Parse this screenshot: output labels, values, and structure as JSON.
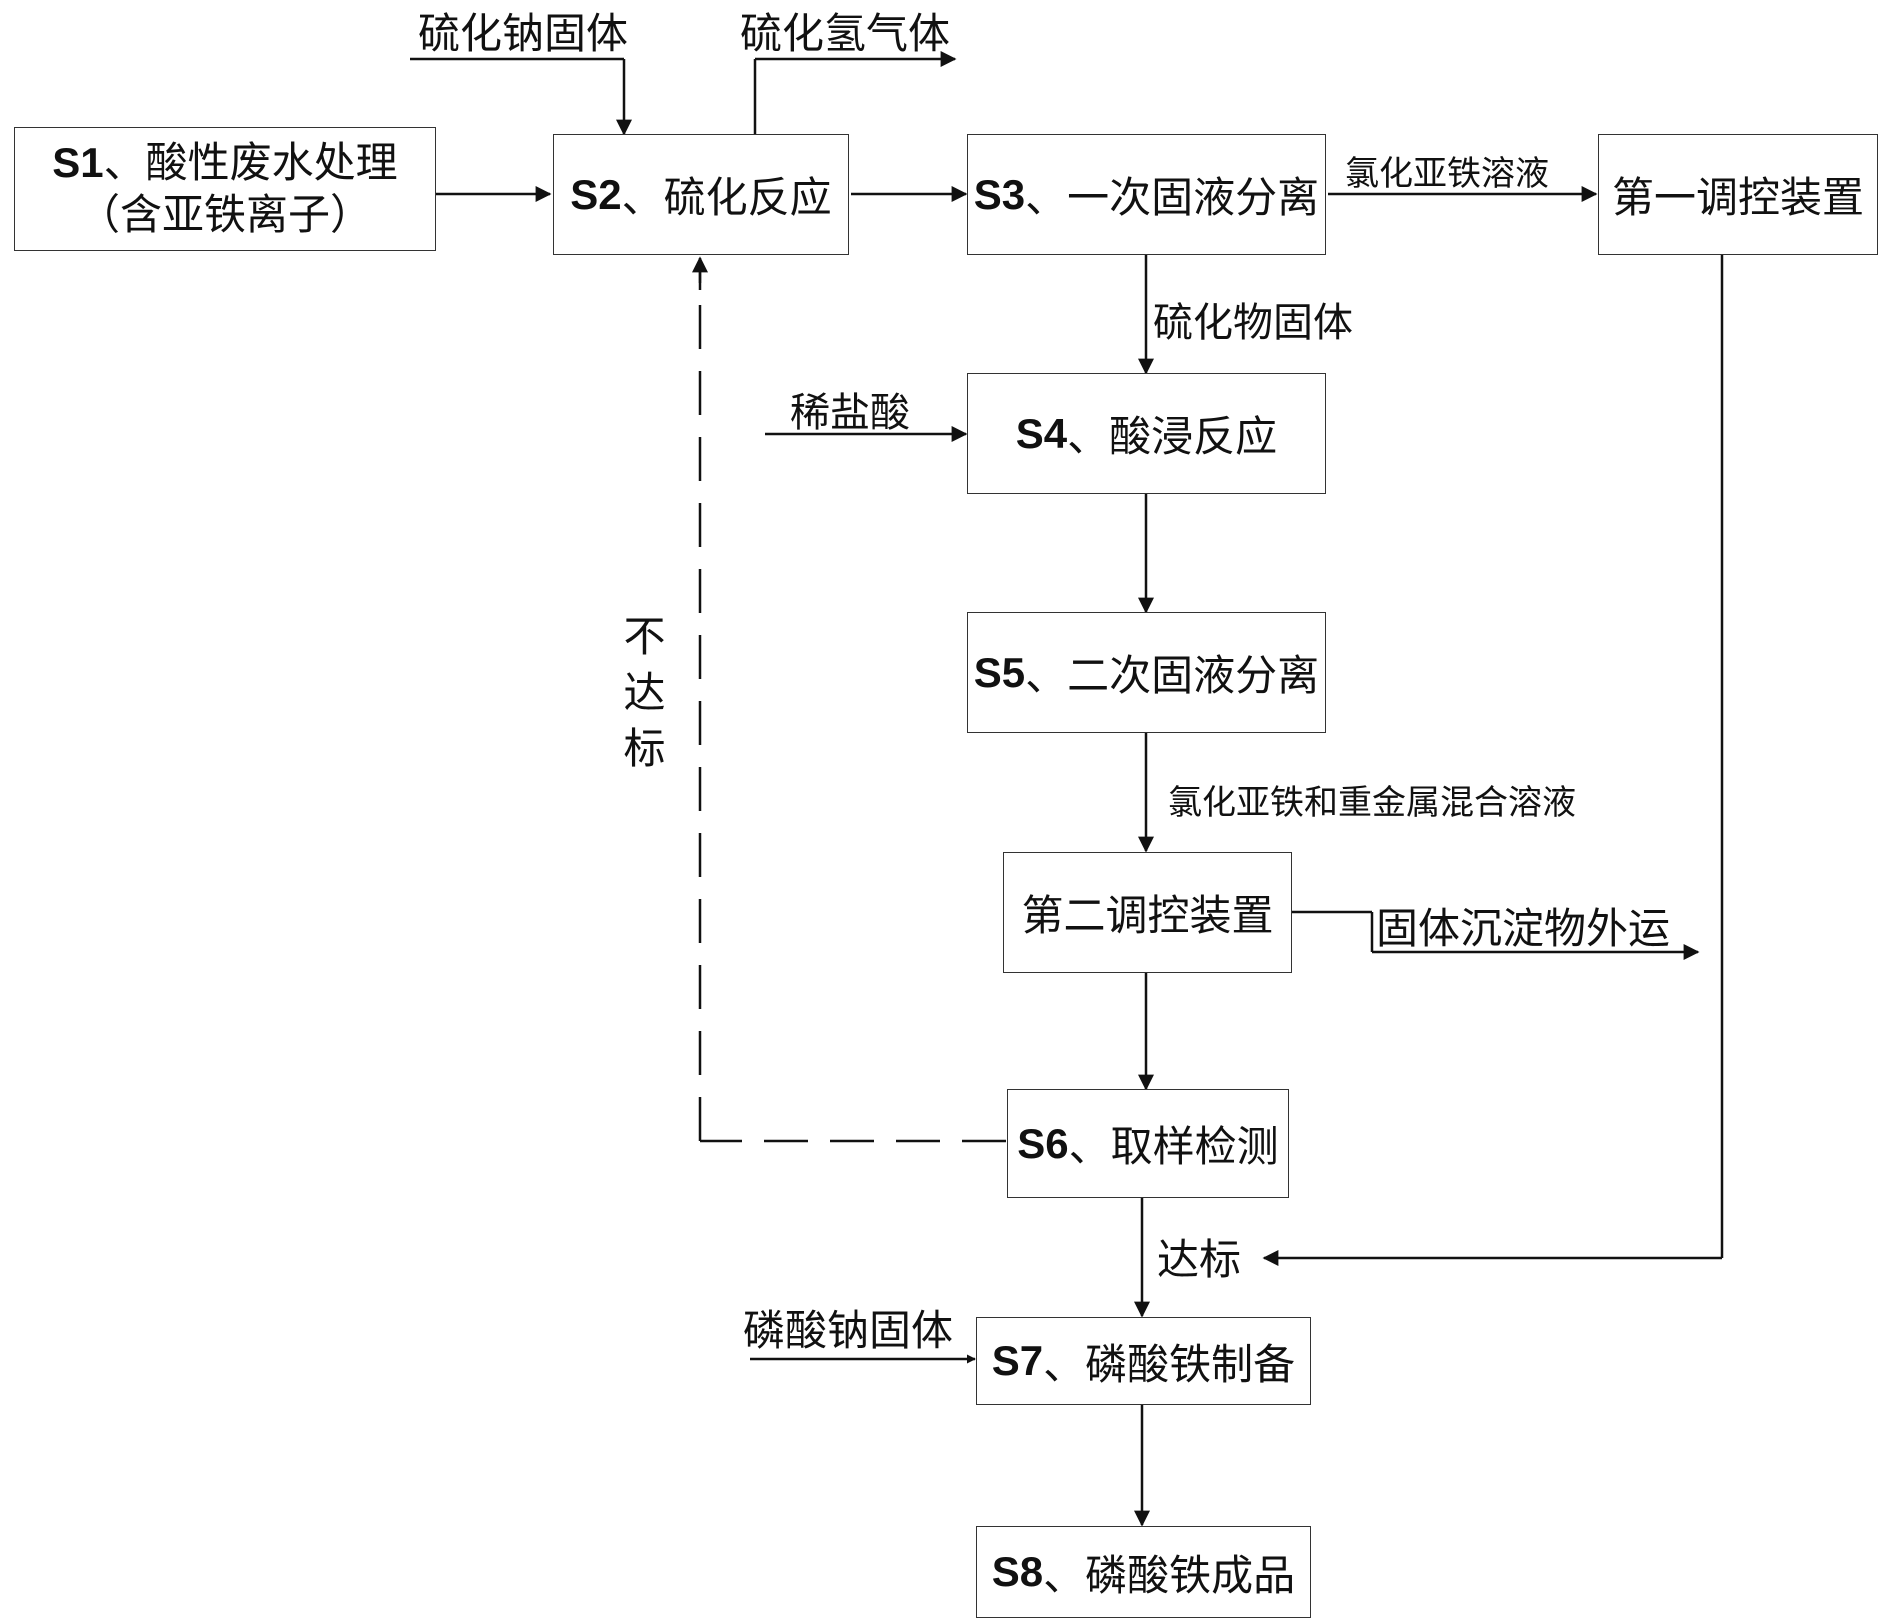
{
  "colors": {
    "stroke": "#111111",
    "box_border": "#333333",
    "background": "#ffffff"
  },
  "boxes": {
    "s1": {
      "step": "S1",
      "text": "、酸性废水处理",
      "line2": "（含亚铁离子）"
    },
    "s2": {
      "step": "S2",
      "text": "、硫化反应"
    },
    "s3": {
      "step": "S3",
      "text": "、一次固液分离"
    },
    "ctrl1": {
      "text": "第一调控装置"
    },
    "s4": {
      "step": "S4",
      "text": "、酸浸反应"
    },
    "s5": {
      "step": "S5",
      "text": "、二次固液分离"
    },
    "ctrl2": {
      "text": "第二调控装置"
    },
    "s6": {
      "step": "S6",
      "text": "、取样检测"
    },
    "s7": {
      "step": "S7",
      "text": "、磷酸铁制备"
    },
    "s8": {
      "step": "S8",
      "text": "、磷酸铁成品"
    }
  },
  "labels": {
    "sodium_sulfide": "硫化钠固体",
    "h2s_gas": "硫化氢气体",
    "ferrous_chloride": "氯化亚铁溶液",
    "sulfide_solid": "硫化物固体",
    "dilute_hcl": "稀盐酸",
    "mixed_solution": "氯化亚铁和重金属混合溶液",
    "solid_precipitate": "固体沉淀物外运",
    "not_qualified": "不达标",
    "qualified": "达标",
    "sodium_phosphate": "磷酸钠固体"
  }
}
